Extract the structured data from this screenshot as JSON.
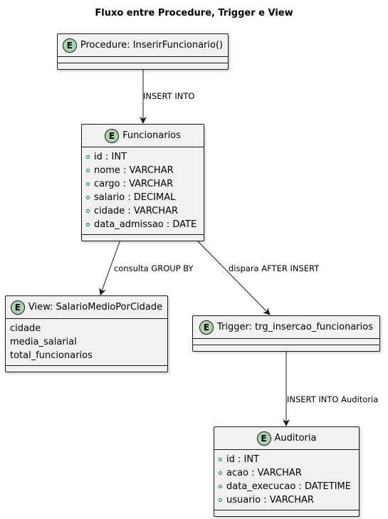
{
  "title": "Fluxo entre Procedure, Trigger e View",
  "entities": {
    "procedure": {
      "badge": "E",
      "name": "Procedure: InserirFuncionario()",
      "fields": []
    },
    "funcionarios": {
      "badge": "E",
      "name": "Funcionarios",
      "fields": [
        "id : INT",
        "nome : VARCHAR",
        "cargo : VARCHAR",
        "salario : DECIMAL",
        "cidade : VARCHAR",
        "data_admissao : DATE"
      ]
    },
    "view": {
      "badge": "E",
      "name": "View: SalarioMedioPorCidade",
      "fields": [
        "cidade",
        "media_salarial",
        "total_funcionarios"
      ]
    },
    "trigger": {
      "badge": "E",
      "name": "Trigger: trg_insercao_funcionarios",
      "fields": []
    },
    "auditoria": {
      "badge": "E",
      "name": "Auditoria",
      "fields": [
        "id : INT",
        "acao : VARCHAR",
        "data_execucao : DATETIME",
        "usuario : VARCHAR"
      ]
    }
  },
  "edges": {
    "insert_into": "INSERT INTO",
    "consulta": "consulta GROUP BY",
    "dispara": "dispara AFTER INSERT",
    "insert_auditoria": "INSERT INTO Auditoria"
  },
  "colors": {
    "entity_fill": "#f1f1f1",
    "badge_fill": "#add1b2",
    "border": "#181818",
    "visibility_public": "#038048"
  }
}
